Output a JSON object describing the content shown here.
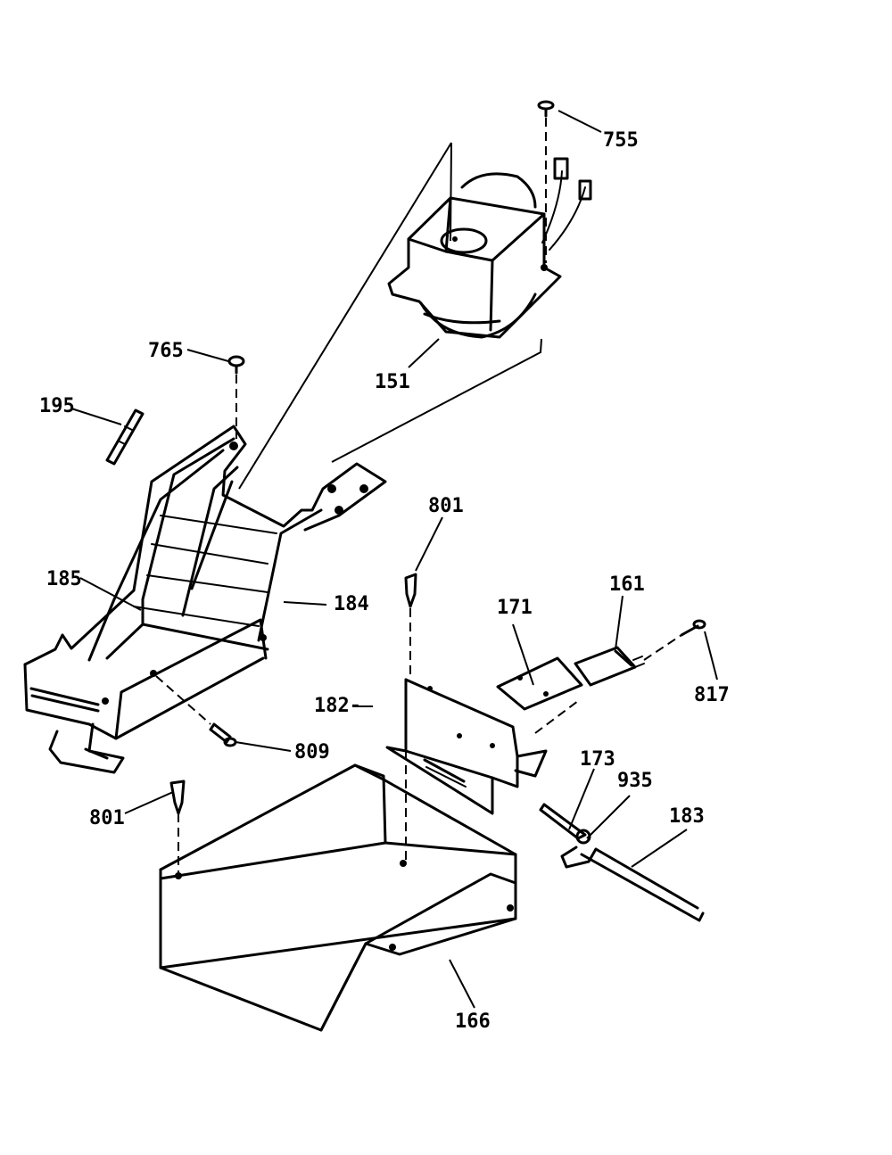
{
  "callouts": {
    "c755": "755",
    "c765": "765",
    "c151": "151",
    "c195": "195",
    "c185": "185",
    "c184": "184",
    "c801_top": "801",
    "c161": "161",
    "c171": "171",
    "c817": "817",
    "c182": "182-",
    "c809": "809",
    "c173": "173",
    "c935": "935",
    "c183": "183",
    "c801_left": "801",
    "c166": "166"
  }
}
